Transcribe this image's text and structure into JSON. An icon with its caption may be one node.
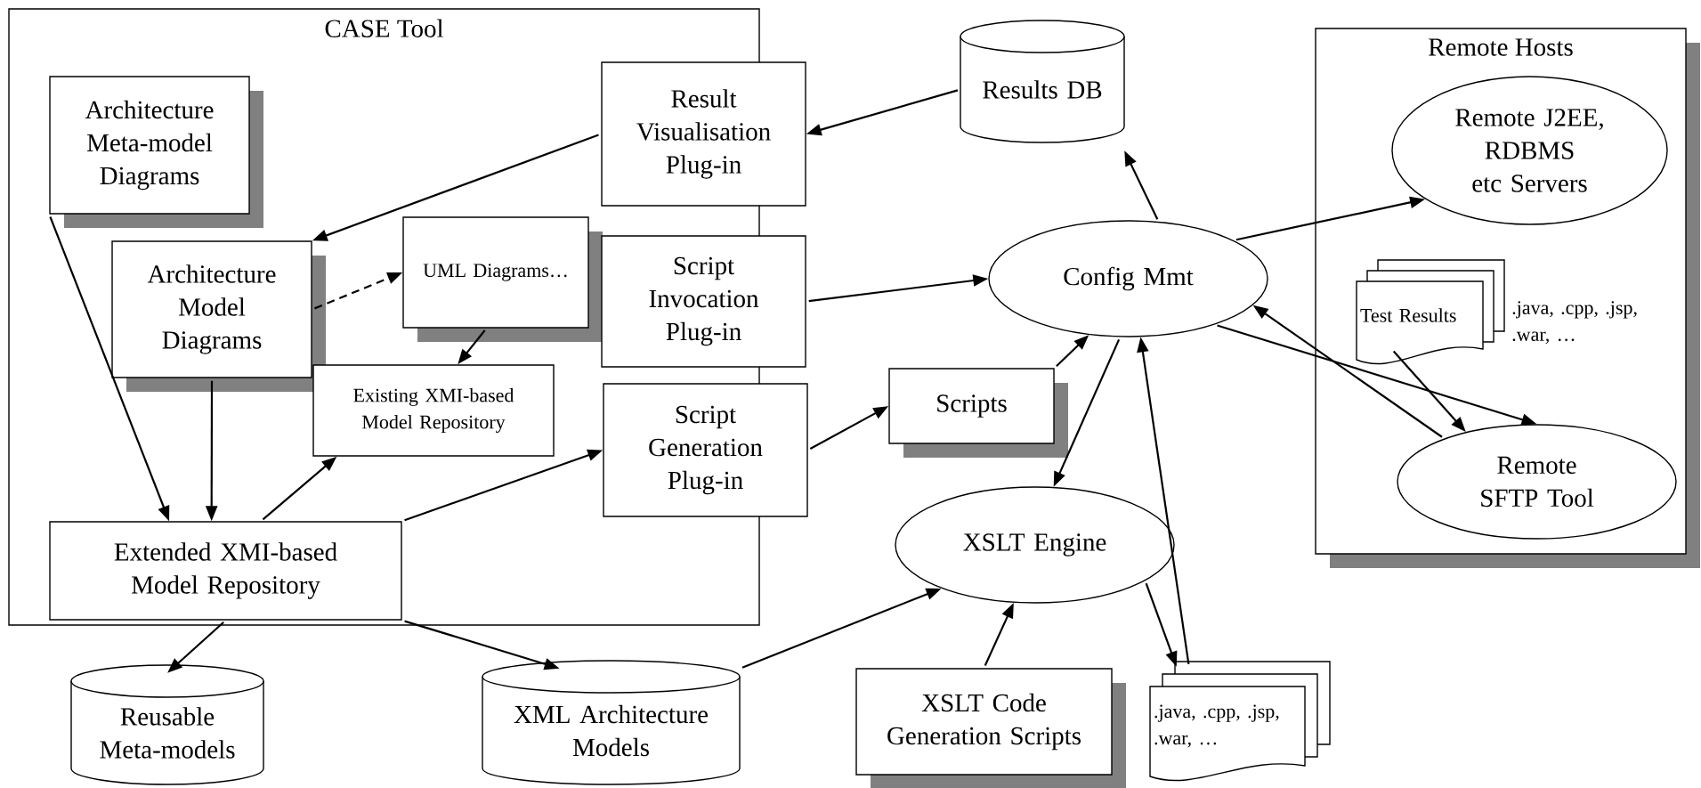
{
  "diagram": {
    "nodes": [
      {
        "text": [
          "CASE Tool"
        ]
      },
      {
        "text": [
          "Architecture Meta-model Diagrams"
        ],
        "in": 0
      },
      {
        "text": [
          "Result Visualisation Plug-in"
        ]
      },
      {
        "text": [
          "Architecture Model Diagrams"
        ],
        "in": 0
      },
      {
        "text": [
          "UML Diagrams…"
        ],
        "in": 0
      },
      {
        "text": [
          "Script Invocation Plug-in"
        ]
      },
      {
        "text": [
          "Existing XMI-based Model Repository"
        ],
        "in": 0
      },
      {
        "text": [
          "Script Generation Plug-in"
        ]
      },
      {
        "text": [
          "Extended XMI-based Model Repository"
        ],
        "in": 0
      },
      {
        "text": [
          "Results DB"
        ]
      },
      {
        "text": [
          "Remote Hosts"
        ]
      },
      {
        "text": [
          "Remote J2EE, RDBMS etc Servers"
        ],
        "in": 10
      },
      {
        "text": [
          "Config Mmt"
        ]
      },
      {
        "text": [
          "Test Results"
        ],
        "beside": [
          ".java, .cpp, .jsp, .war, …"
        ],
        "in": 10
      },
      {
        "text": [
          "Scripts"
        ]
      },
      {
        "text": [
          "Remote SFTP Tool"
        ],
        "in": 10
      },
      {
        "text": [
          "XSLT Engine"
        ]
      },
      {
        "text": [
          "Reusable Meta-models"
        ]
      },
      {
        "text": [
          "XML Architecture Models"
        ]
      },
      {
        "text": [
          "XSLT Code Generation Scripts"
        ]
      },
      {
        "text": [
          ".java, .cpp, .jsp, .war, …"
        ]
      }
    ],
    "edges": [
      {
        "from": 1,
        "to": 8,
        "arrow": "to"
      },
      {
        "from": 2,
        "to": 3,
        "arrow": "to"
      },
      {
        "from": 3,
        "to": 4,
        "arrow": "to",
        "style": "dashed"
      },
      {
        "from": 4,
        "to": 6,
        "arrow": "to"
      },
      {
        "from": 3,
        "to": 8,
        "arrow": "to"
      },
      {
        "from": 8,
        "to": 6,
        "arrow": "to"
      },
      {
        "from": 8,
        "to": 7,
        "arrow": "to"
      },
      {
        "from": 9,
        "to": 2,
        "arrow": "to"
      },
      {
        "from": 5,
        "to": 12,
        "arrow": "to"
      },
      {
        "from": 14,
        "to": 12,
        "arrow": "to"
      },
      {
        "from": 7,
        "to": 14,
        "arrow": "to"
      },
      {
        "from": 12,
        "to": 9,
        "arrow": "to"
      },
      {
        "from": 12,
        "to": 11,
        "arrow": "to"
      },
      {
        "from": 12,
        "to": 16,
        "arrow": "to"
      },
      {
        "from": 20,
        "to": 12,
        "arrow": "to"
      },
      {
        "from": 12,
        "to": 15,
        "arrow": "to"
      },
      {
        "from": 15,
        "to": 12,
        "arrow": "to"
      },
      {
        "from": 13,
        "to": 15,
        "arrow": "to"
      },
      {
        "from": 16,
        "to": 20,
        "arrow": "to"
      },
      {
        "from": 19,
        "to": 16,
        "arrow": "to"
      },
      {
        "from": 18,
        "to": 16,
        "arrow": "to"
      },
      {
        "from": 8,
        "to": 17,
        "arrow": "to"
      },
      {
        "from": 8,
        "to": 18,
        "arrow": "to"
      }
    ]
  }
}
